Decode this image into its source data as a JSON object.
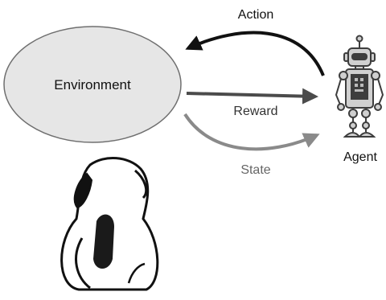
{
  "diagram": {
    "environment_label": "Environment",
    "agent_label": "Agent",
    "action_label": "Action",
    "reward_label": "Reward",
    "state_label": "State"
  },
  "colors": {
    "ellipse_fill": "#e6e6e6",
    "ellipse_stroke": "#6f6f6f",
    "action_arrow": "#111111",
    "reward_arrow": "#4b4b4b",
    "state_arrow": "#8a8a8a",
    "robot_metal": "#d0d0d0",
    "robot_dark": "#3d3d3d",
    "dog_spot": "#1a1a1a"
  },
  "icons": {
    "agent": "robot-icon",
    "environment": "dog-illustration"
  }
}
